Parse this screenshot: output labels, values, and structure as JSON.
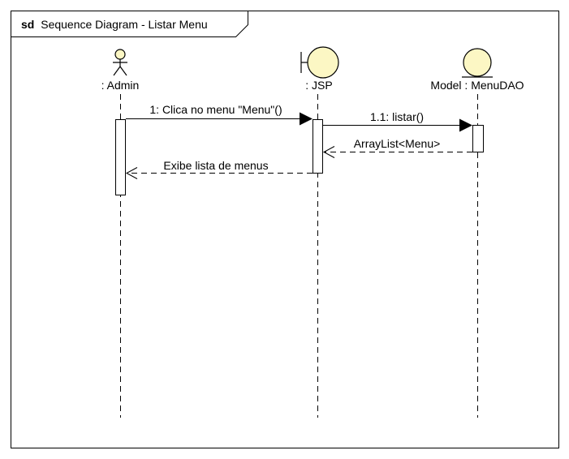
{
  "frame": {
    "keyword": "sd",
    "title": "Sequence Diagram - Listar Menu"
  },
  "lifelines": [
    {
      "id": "admin",
      "kind": "actor",
      "label": ": Admin"
    },
    {
      "id": "jsp",
      "kind": "boundary",
      "label": ": JSP"
    },
    {
      "id": "dao",
      "kind": "entity",
      "label": "Model : MenuDAO"
    }
  ],
  "messages": [
    {
      "label": "1: Clica no menu \"Menu\"()",
      "from": "admin",
      "to": "jsp",
      "type": "sync"
    },
    {
      "label": "1.1: listar()",
      "from": "jsp",
      "to": "dao",
      "type": "sync"
    },
    {
      "label": "ArrayList<Menu>",
      "from": "dao",
      "to": "jsp",
      "type": "return"
    },
    {
      "label": "Exibe lista de menus",
      "from": "jsp",
      "to": "admin",
      "type": "return"
    }
  ],
  "colors": {
    "symbol_fill": "#fcf7c4",
    "line": "#000000",
    "background": "#ffffff"
  }
}
